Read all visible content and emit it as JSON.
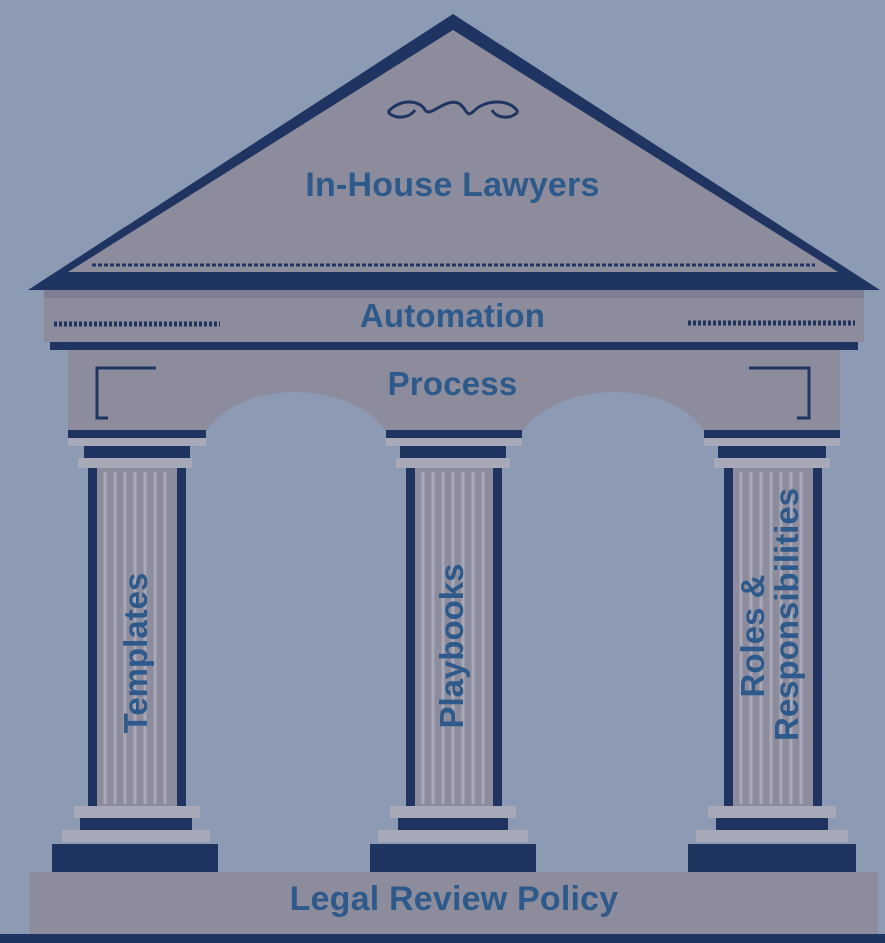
{
  "colors": {
    "background": "#8d9ab3",
    "stone": "#8c8c9c",
    "stone_light": "#a7a9b8",
    "navy": "#1f3461",
    "text": "#2d5a8a"
  },
  "roof": {
    "title": "In-House Lawyers",
    "ornament": "scroll-flourish"
  },
  "entablature": {
    "automation": "Automation",
    "process": "Process"
  },
  "columns": [
    {
      "label": "Templates"
    },
    {
      "label": "Playbooks"
    },
    {
      "label_line1": "Roles &",
      "label_line2": "Responsibilities"
    }
  ],
  "base": {
    "label": "Legal Review Policy"
  }
}
